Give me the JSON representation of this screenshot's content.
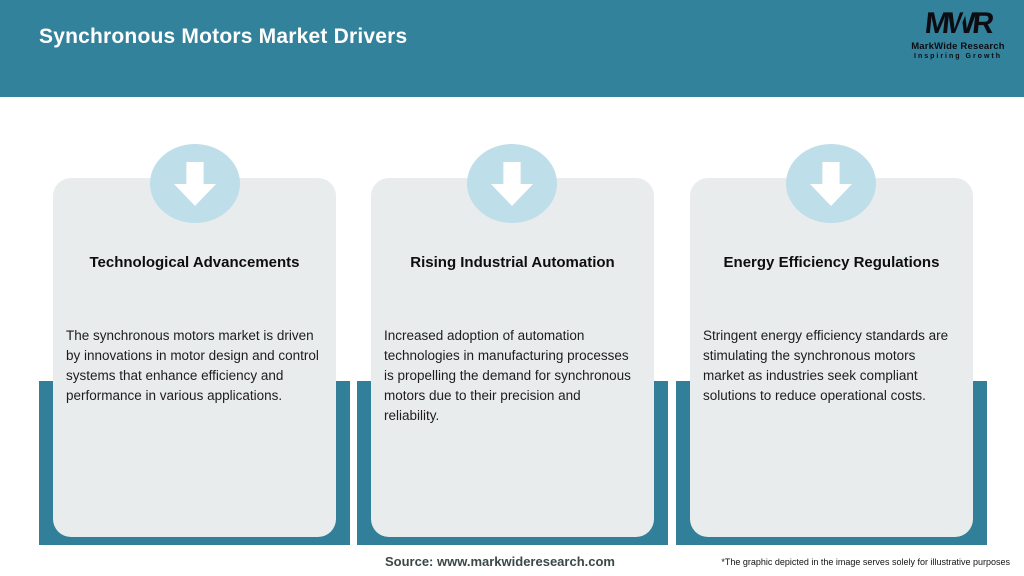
{
  "header": {
    "title": "Synchronous Motors Market Drivers",
    "logo": {
      "monogram": "MWR",
      "name": "MarkWide Research",
      "tagline": "Inspiring Growth"
    }
  },
  "cards": [
    {
      "title": "Technological Advancements",
      "body": "The synchronous motors market is driven by innovations in motor design and control systems that enhance efficiency and performance in various applications."
    },
    {
      "title": "Rising Industrial Automation",
      "body": "Increased adoption of automation technologies in manufacturing processes is propelling the demand for synchronous motors due to their precision and reliability."
    },
    {
      "title": "Energy Efficiency Regulations",
      "body": "Stringent energy efficiency standards are stimulating the synchronous motors market as industries seek compliant solutions to reduce operational costs."
    }
  ],
  "footer": {
    "source": "Source: www.markwideresearch.com",
    "disclaimer": "*The graphic depicted in the image serves solely for illustrative purposes"
  },
  "colors": {
    "header_teal": "#33829C",
    "band_teal": "#327F99",
    "card_bg": "#E9ECEC",
    "circle_blue": "#BEDEE9"
  }
}
